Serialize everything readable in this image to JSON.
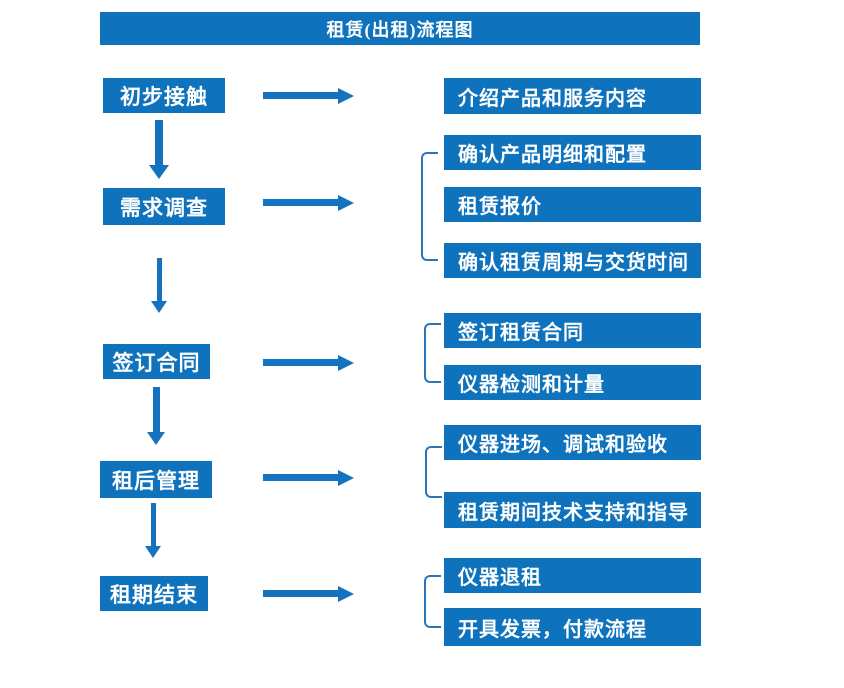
{
  "title": "租赁(出租)流程图",
  "colors": {
    "box_fill": "#0E72BC",
    "arrow": "#1472BE",
    "bracket_line": "#2E75B6",
    "box_text": "#FFFFFF",
    "page_background": "#FFFFFF"
  },
  "steps": [
    {
      "label": "初步接触",
      "details": [
        "介绍产品和服务内容"
      ]
    },
    {
      "label": "需求调查",
      "details": [
        "确认产品明细和配置",
        "租赁报价",
        "确认租赁周期与交货时间"
      ]
    },
    {
      "label": "签订合同",
      "details": [
        "签订租赁合同",
        "仪器检测和计量"
      ]
    },
    {
      "label": "租后管理",
      "details": [
        "仪器进场、调试和验收",
        "租赁期间技术支持和指导"
      ]
    },
    {
      "label": "租期结束",
      "details": [
        "仪器退租",
        "开具发票，付款流程"
      ]
    }
  ]
}
